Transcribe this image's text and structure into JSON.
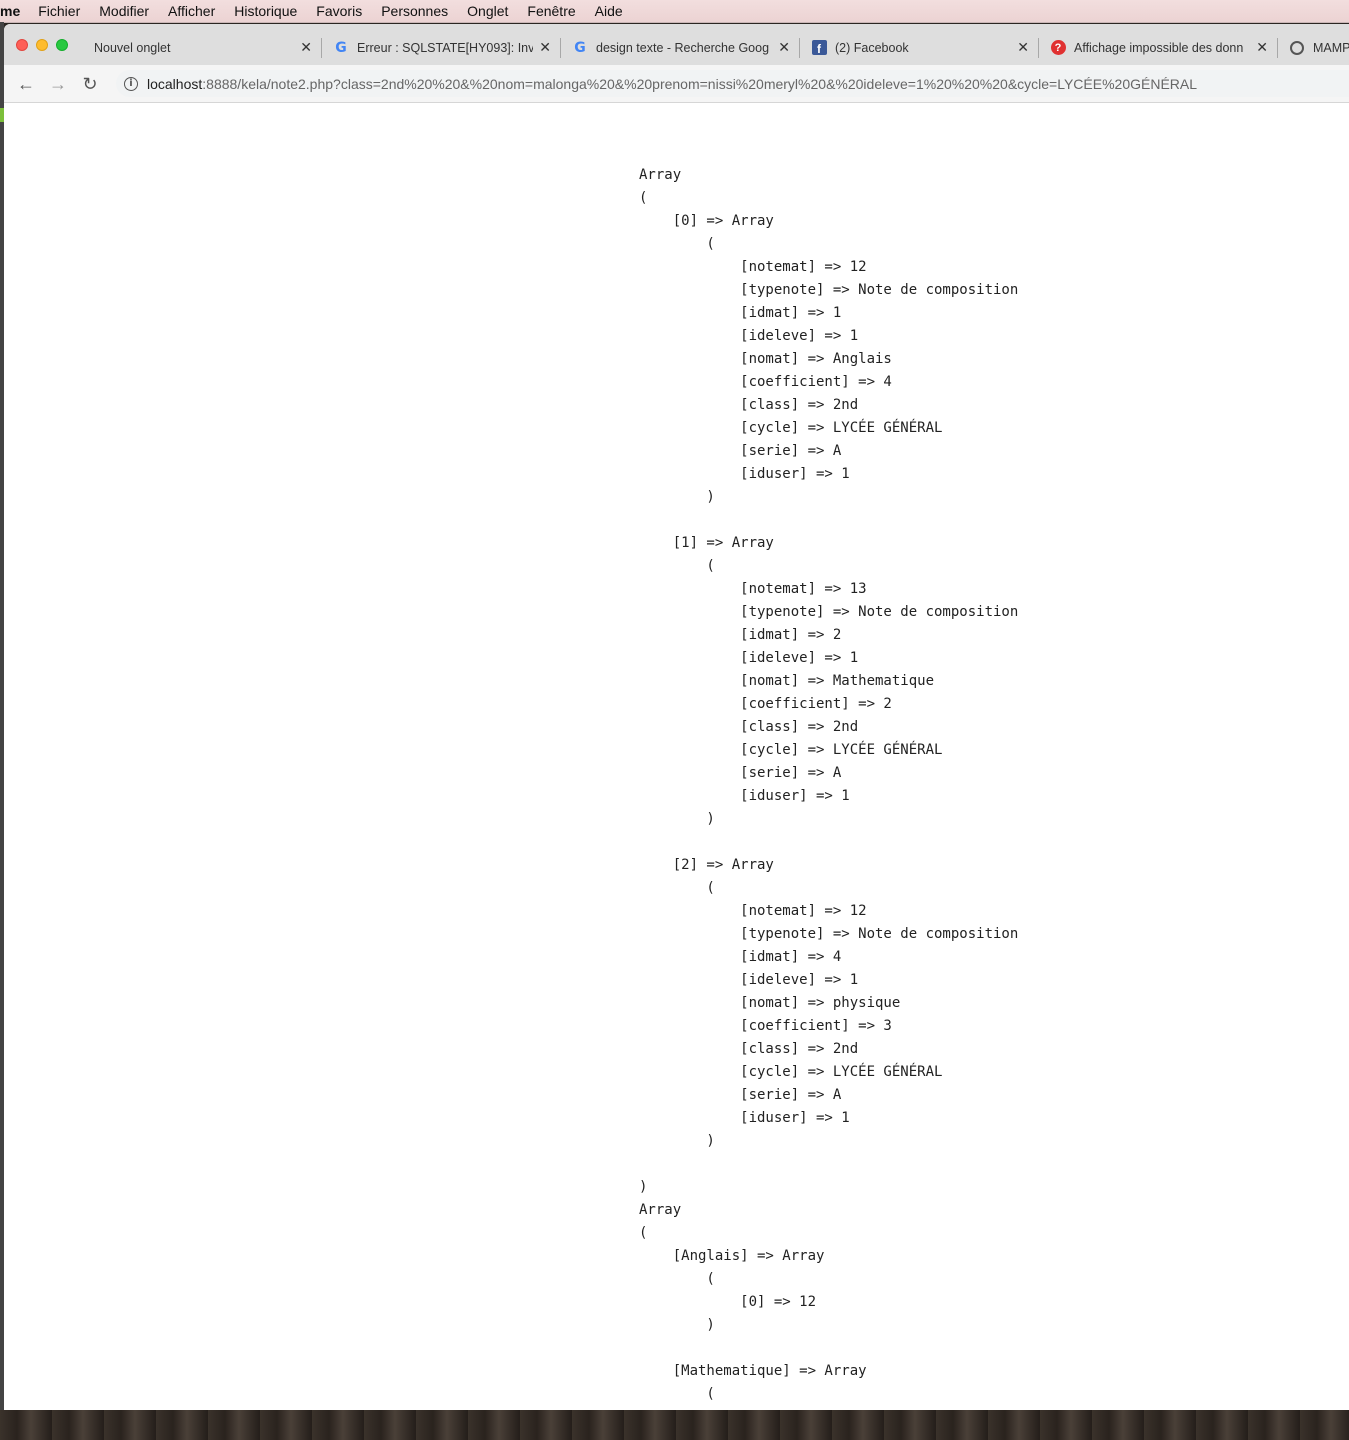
{
  "menubar": {
    "app": "me",
    "items": [
      "Fichier",
      "Modifier",
      "Afficher",
      "Historique",
      "Favoris",
      "Personnes",
      "Onglet",
      "Fenêtre",
      "Aide"
    ]
  },
  "tabs": [
    {
      "title": "Nouvel onglet",
      "icon": "none"
    },
    {
      "title": "Erreur : SQLSTATE[HY093]: Inv",
      "icon": "google-icon"
    },
    {
      "title": "design texte - Recherche Goog",
      "icon": "google-icon"
    },
    {
      "title": "(2) Facebook",
      "icon": "facebook-icon"
    },
    {
      "title": "Affichage impossible des donn",
      "icon": "help-icon"
    },
    {
      "title": "MAMP",
      "icon": "mamp-icon"
    }
  ],
  "close_glyph": "✕",
  "address": {
    "host": "localhost",
    "rest": ":8888/kela/note2.php?class=2nd%20%20&%20nom=malonga%20&%20prenom=nissi%20meryl%20&%20ideleve=1%20%20%20&cycle=LYCÉE%20GÉNÉRAL"
  },
  "dump": "Array\n(\n    [0] => Array\n        (\n            [notemat] => 12\n            [typenote] => Note de composition\n            [idmat] => 1\n            [ideleve] => 1\n            [nomat] => Anglais\n            [coefficient] => 4\n            [class] => 2nd\n            [cycle] => LYCÉE GÉNÉRAL\n            [serie] => A\n            [iduser] => 1\n        )\n\n    [1] => Array\n        (\n            [notemat] => 13\n            [typenote] => Note de composition\n            [idmat] => 2\n            [ideleve] => 1\n            [nomat] => Mathematique\n            [coefficient] => 2\n            [class] => 2nd\n            [cycle] => LYCÉE GÉNÉRAL\n            [serie] => A\n            [iduser] => 1\n        )\n\n    [2] => Array\n        (\n            [notemat] => 12\n            [typenote] => Note de composition\n            [idmat] => 4\n            [ideleve] => 1\n            [nomat] => physique\n            [coefficient] => 3\n            [class] => 2nd\n            [cycle] => LYCÉE GÉNÉRAL\n            [serie] => A\n            [iduser] => 1\n        )\n\n)\nArray\n(\n    [Anglais] => Array\n        (\n            [0] => 12\n        )\n\n    [Mathematique] => Array\n        (\n"
}
